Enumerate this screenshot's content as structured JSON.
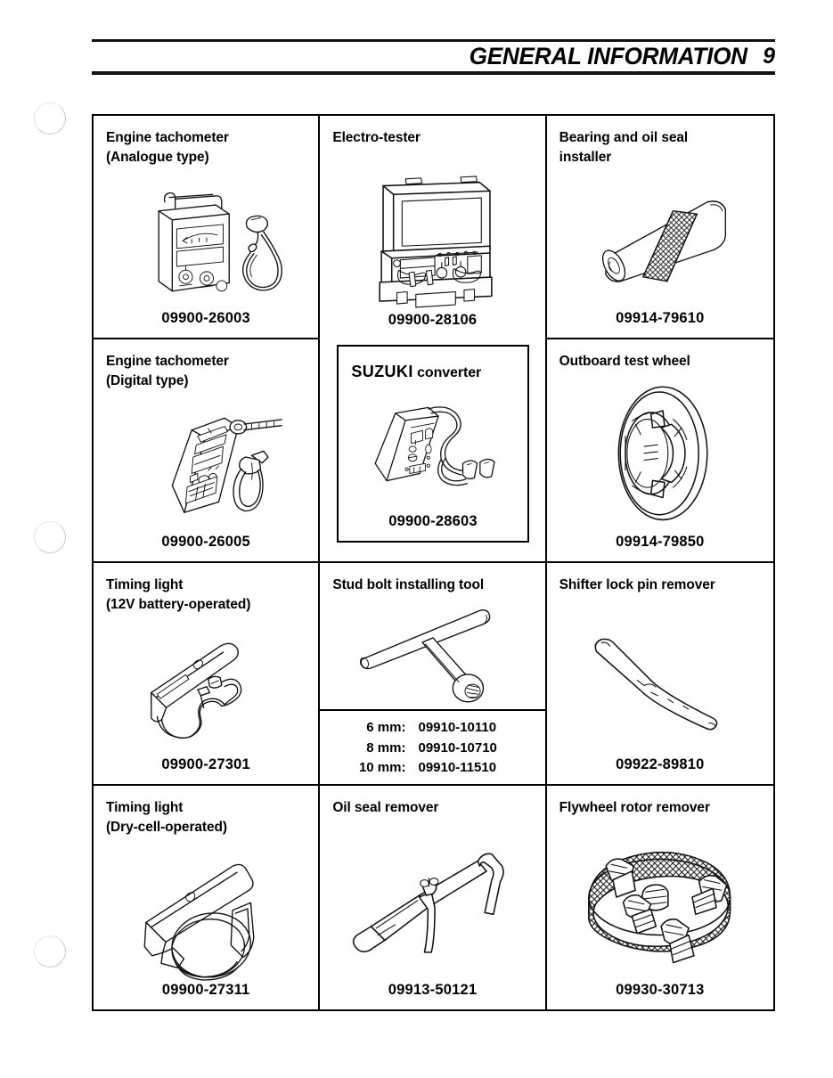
{
  "header": {
    "title": "GENERAL INFORMATION",
    "page_number": "9"
  },
  "tools": [
    {
      "name": "Engine tachometer\n(Analogue type)",
      "part_number": "09900-26003",
      "art": "analogue-tachometer"
    },
    {
      "name": "Electro-tester",
      "part_number": "09900-28106",
      "art": "electro-tester"
    },
    {
      "name": "Bearing and oil seal\ninstaller",
      "part_number": "09914-79610",
      "art": "bearing-installer"
    },
    {
      "name": "Engine tachometer\n(Digital type)",
      "part_number": "09900-26005",
      "art": "digital-tachometer"
    },
    {
      "name_brand": "SUZUKI",
      "name_rest": "converter",
      "part_number": "09900-28603",
      "art": "suzuki-converter",
      "framed": true
    },
    {
      "name": "Outboard test wheel",
      "part_number": "09914-79850",
      "art": "test-wheel"
    },
    {
      "name": "Timing light\n(12V battery-operated)",
      "part_number": "09900-27301",
      "art": "timing-light-battery"
    },
    {
      "name": "Stud bolt installing tool",
      "part_number": "",
      "art": "stud-bolt-tool",
      "size_table": [
        {
          "size": "6 mm:",
          "code": "09910-10110"
        },
        {
          "size": "8 mm:",
          "code": "09910-10710"
        },
        {
          "size": "10 mm:",
          "code": "09910-11510"
        }
      ]
    },
    {
      "name": "Shifter lock pin remover",
      "part_number": "09922-89810",
      "art": "shifter-lock-pin-remover"
    },
    {
      "name": "Timing light\n(Dry-cell-operated)",
      "part_number": "09900-27311",
      "art": "timing-light-drycell"
    },
    {
      "name": "Oil seal remover",
      "part_number": "09913-50121",
      "art": "oil-seal-remover"
    },
    {
      "name": "Flywheel rotor remover",
      "part_number": "09930-30713",
      "art": "flywheel-rotor-remover"
    }
  ]
}
